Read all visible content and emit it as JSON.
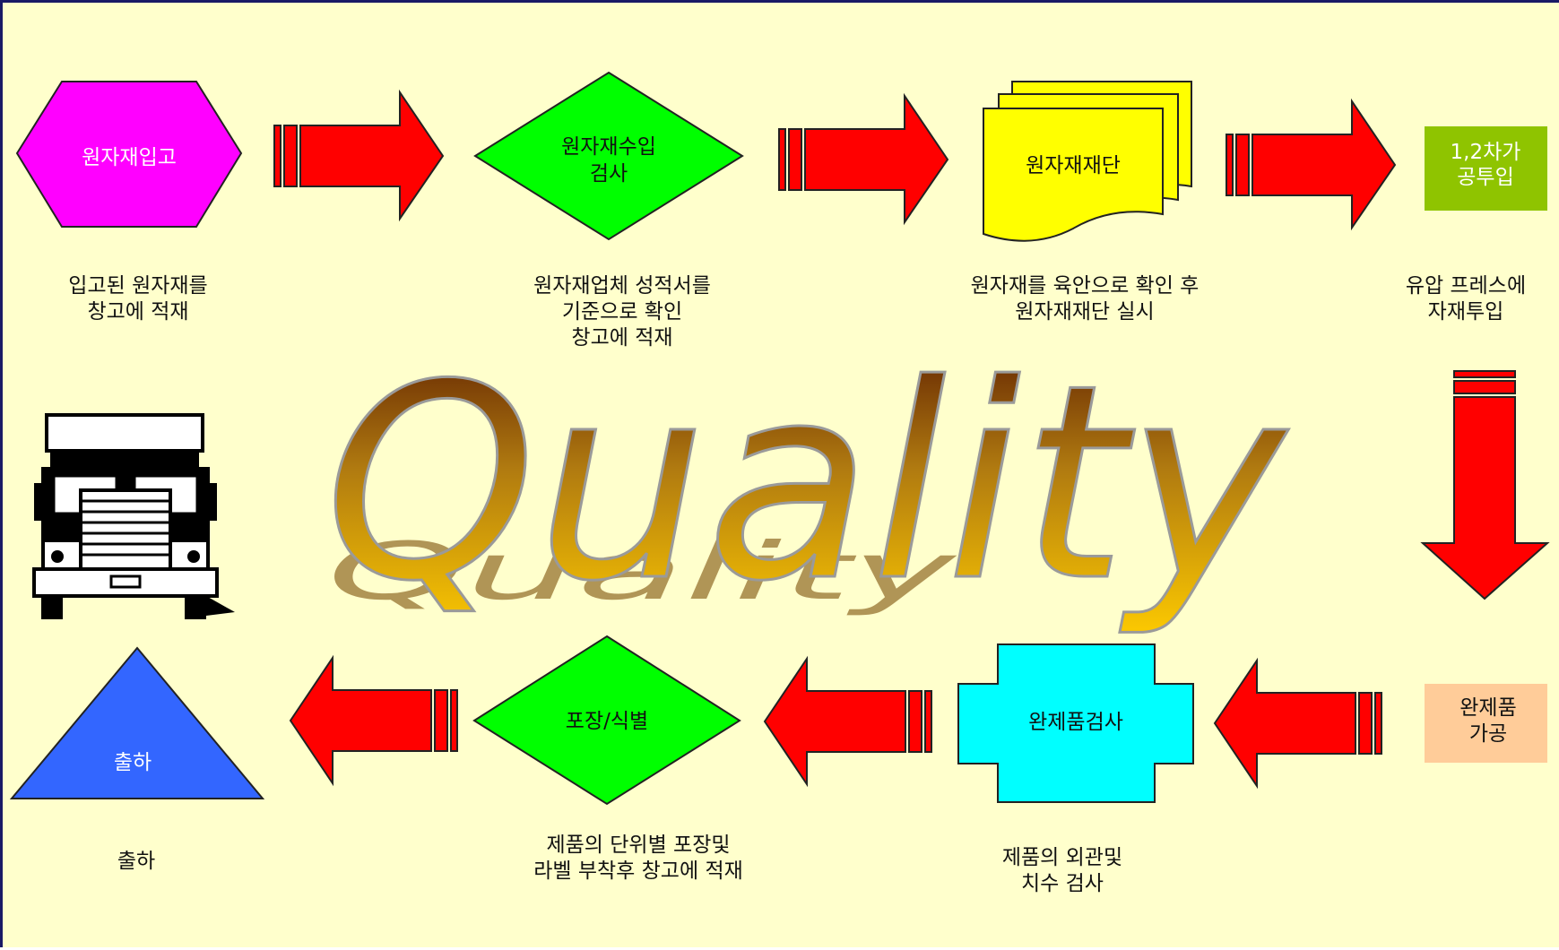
{
  "steps": {
    "receiving": {
      "label": "원자재입고",
      "caption": "입고된 원자재를\n창고에 적재",
      "color": "#ff00ff"
    },
    "incoming_inspection": {
      "label_line1": "원자재수입",
      "label_line2": "검사",
      "caption": "원자재업체 성적서를\n기준으로 확인\n창고에 적재",
      "color": "#00ff00"
    },
    "cutting": {
      "label": "원자재재단",
      "caption": "원자재를 육안으로 확인 후\n원자재재단 실시",
      "color": "#ffff00"
    },
    "feeding": {
      "label_line1": "1,2차가",
      "label_line2": "공투입",
      "caption": "유압 프레스에\n자재투입",
      "color": "#8fc400"
    },
    "finishing": {
      "label_line1": "완제품",
      "label_line2": "가공",
      "color": "#ffcc99"
    },
    "final_inspection": {
      "label": "완제품검사",
      "caption": "제품의 외관및\n치수 검사",
      "color": "#00ffff"
    },
    "packing": {
      "label": "포장/식별",
      "caption": "제품의 단위별 포장및\n라벨 부착후 창고에 적재",
      "color": "#00ff00"
    },
    "shipping": {
      "label": "출하",
      "caption": "출하",
      "color": "#3366ff"
    }
  },
  "watermark": {
    "text": "Quality"
  },
  "colors": {
    "background": "#ffffcc",
    "arrow": "#ff0000",
    "border": "#1a1a66"
  },
  "icons": {
    "truck": "truck-icon"
  }
}
